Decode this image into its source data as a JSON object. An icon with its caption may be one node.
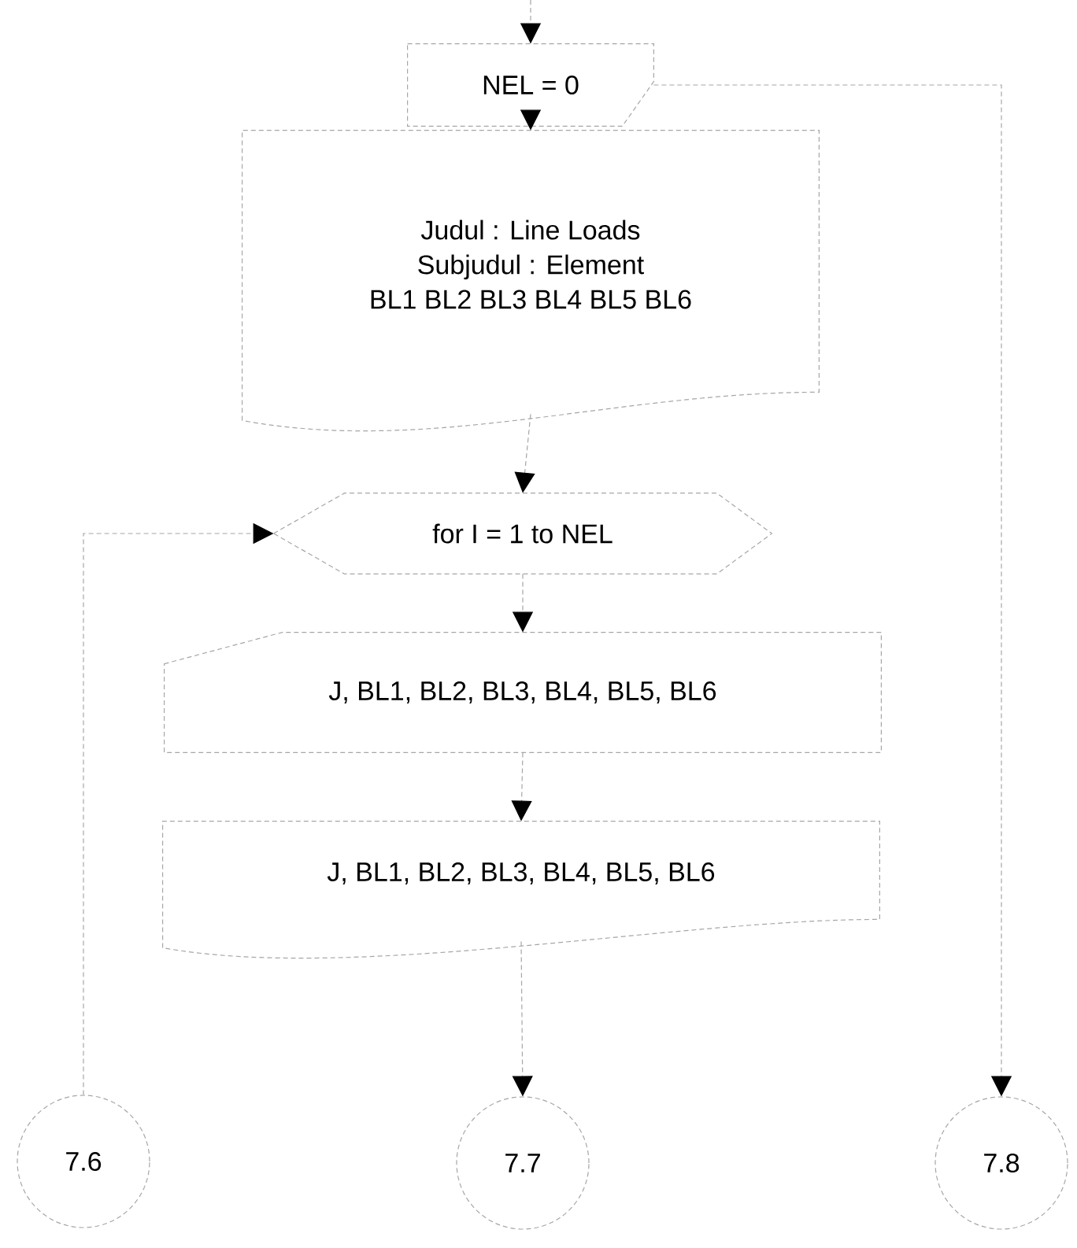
{
  "diagram": {
    "nodes": [
      {
        "text": [
          "NEL = 0"
        ]
      },
      {
        "text": [
          "Judul : Line Loads",
          "Subjudul : Element",
          "BL1 BL2 BL3 BL4 BL5 BL6"
        ]
      },
      {
        "text": [
          "for I = 1 to NEL"
        ]
      },
      {
        "text": [
          "J, BL1, BL2, BL3, BL4, BL5, BL6"
        ]
      },
      {
        "text": [
          "J, BL1, BL2, BL3, BL4, BL5, BL6"
        ]
      },
      {
        "text": [
          "7.6"
        ]
      },
      {
        "text": [
          "7.7"
        ]
      },
      {
        "text": [
          "7.8"
        ]
      }
    ],
    "edges": [
      {
        "from": null,
        "to": 0,
        "arrow": "to"
      },
      {
        "from": 0,
        "to": 1,
        "arrow": "to"
      },
      {
        "from": 1,
        "to": 2,
        "arrow": "to"
      },
      {
        "from": 2,
        "to": 3,
        "arrow": "to"
      },
      {
        "from": 3,
        "to": 4,
        "arrow": "to"
      },
      {
        "from": 4,
        "to": 6,
        "arrow": "to"
      },
      {
        "from": 5,
        "to": 2,
        "arrow": "to"
      },
      {
        "from": 0,
        "to": 7,
        "arrow": "to"
      }
    ]
  }
}
